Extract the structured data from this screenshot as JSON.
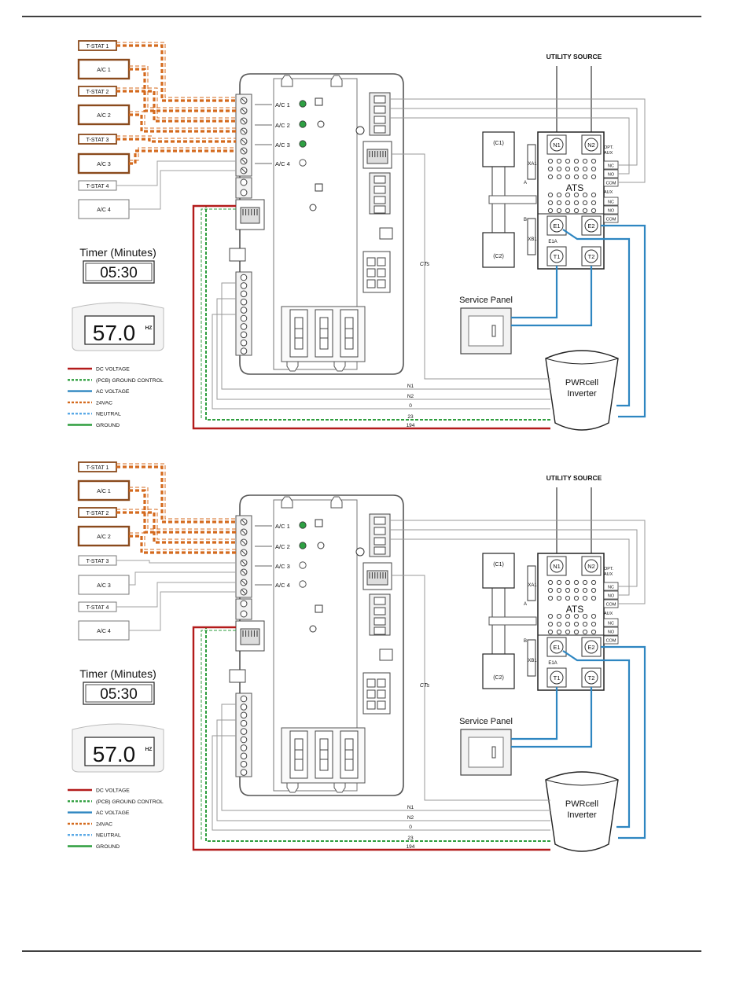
{
  "colors": {
    "dc_voltage": "#b31b1b",
    "ground_control": "#2e9e3e",
    "ac_voltage": "#2e86c1",
    "vac24": "#d46a1e",
    "neutral": "#5aa9e6",
    "ground": "#2e9e3e",
    "tstat_border": "#8a4a1c",
    "gray_wire": "#a0a0a0",
    "led_on": "#2ea043"
  },
  "legend": [
    {
      "key": "dc",
      "label": "DC VOLTAGE"
    },
    {
      "key": "pcb",
      "label": "(PCB) GROUND CONTROL"
    },
    {
      "key": "ac",
      "label": "AC VOLTAGE"
    },
    {
      "key": "vac",
      "label": "24VAC"
    },
    {
      "key": "neutral",
      "label": "NEUTRAL"
    },
    {
      "key": "ground",
      "label": "GROUND"
    }
  ],
  "utility_source": "UTILITY SOURCE",
  "timer_title": "Timer (Minutes)",
  "timer_value": "05:30",
  "freq_value": "57.0",
  "freq_unit": "HZ",
  "service_panel": "Service Panel",
  "inverter_line1": "PWRcell",
  "inverter_line2": "Inverter",
  "cts_label": "CTs",
  "ats": {
    "title": "ATS",
    "n1": "N1",
    "n2": "N2",
    "e1": "E1",
    "e2": "E2",
    "t1": "T1",
    "t2": "T2",
    "c1": "(C1)",
    "c2": "(C2)",
    "xa1": "XA1",
    "xb1": "XB1",
    "a": "A",
    "b": "B",
    "e1a": "E1A",
    "opt_aux_line1": "OPT.",
    "opt_aux_line2": "AUX",
    "aux": "AUX",
    "nc": "NC",
    "no": "NO",
    "com": "COM"
  },
  "wire_numbers": [
    "N1",
    "N2",
    "0",
    "23",
    "194"
  ],
  "diagrams": [
    {
      "zones": [
        {
          "label": "A/C 1",
          "led": true
        },
        {
          "label": "A/C 2",
          "led": true
        },
        {
          "label": "A/C 3",
          "led": true
        },
        {
          "label": "A/C 4",
          "led": false
        }
      ],
      "tstat_boxes": [
        {
          "label": "T-STAT 1",
          "active": true
        },
        {
          "label": "A/C 1",
          "active": true
        },
        {
          "label": "T-STAT 2",
          "active": true
        },
        {
          "label": "A/C 2",
          "active": true
        },
        {
          "label": "T-STAT 3",
          "active": true
        },
        {
          "label": "A/C 3",
          "active": true
        },
        {
          "label": "T-STAT 4",
          "active": false
        },
        {
          "label": "A/C 4",
          "active": false
        }
      ]
    },
    {
      "zones": [
        {
          "label": "A/C 1",
          "led": true
        },
        {
          "label": "A/C 2",
          "led": true
        },
        {
          "label": "A/C 3",
          "led": false
        },
        {
          "label": "A/C 4",
          "led": false
        }
      ],
      "tstat_boxes": [
        {
          "label": "T-STAT 1",
          "active": true
        },
        {
          "label": "A/C 1",
          "active": true
        },
        {
          "label": "T-STAT 2",
          "active": true
        },
        {
          "label": "A/C 2",
          "active": true
        },
        {
          "label": "T-STAT 3",
          "active": false
        },
        {
          "label": "A/C 3",
          "active": false
        },
        {
          "label": "T-STAT 4",
          "active": false
        },
        {
          "label": "A/C 4",
          "active": false
        }
      ]
    }
  ]
}
